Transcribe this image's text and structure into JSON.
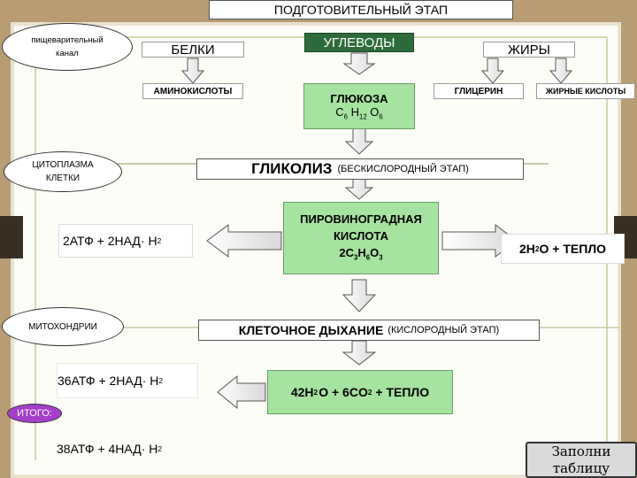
{
  "title": "ПОДГОТОВИТЕЛЬНЫЙ ЭТАП",
  "locations": {
    "digestive": "пищеварительный канал",
    "cytoplasm": "ЦИТОПЛАЗМА КЛЕТКИ",
    "mitochondria": "МИТОХОНДРИИ",
    "total": "ИТОГО:"
  },
  "nutrients": {
    "proteins": "БЕЛКИ",
    "carbs": "УГЛЕВОДЫ",
    "fats": "ЖИРЫ"
  },
  "products": {
    "amino_acids": "АМИНОКИСЛОТЫ",
    "glucose": "ГЛЮКОЗА",
    "glucose_formula": {
      "c": "C",
      "c_n": "6",
      "h": "H",
      "h_n": "12",
      "o": "O",
      "o_n": "6"
    },
    "glycerol": "ГЛИЦЕРИН",
    "fatty_acids": "ЖИРНЫЕ КИСЛОТЫ"
  },
  "glycolysis": {
    "label": "ГЛИКОЛИЗ",
    "note": "(БЕСКИСЛОРОДНЫЙ ЭТАП)"
  },
  "pyruvate": {
    "line1": "ПИРОВИНОГРАДНАЯ",
    "line2": "КИСЛОТА",
    "formula": {
      "pre": "2C",
      "c_n": "3",
      "h": "H",
      "h_n": "6",
      "o": "O",
      "o_n": "3"
    }
  },
  "glycolysis_yield": {
    "atp": "2АТФ",
    "plus": "+",
    "nad": "2НАД",
    "dot": "·",
    "h": "H",
    "h_n": "2"
  },
  "glycolysis_byproduct": {
    "water": "2H",
    "water_n": "2",
    "rest": "O + ТЕПЛО"
  },
  "respiration": {
    "label": "КЛЕТОЧНОЕ ДЫХАНИЕ",
    "note": "(КИСЛОРОДНЫЙ ЭТАП)"
  },
  "respiration_output": {
    "a": "42H",
    "a_n": "2",
    "b": "O + 6CO",
    "b_n": "2",
    "c": "+ ТЕПЛО"
  },
  "respiration_yield": {
    "atp": "36АТФ",
    "plus": "+",
    "nad": "2НАД",
    "dot": "·",
    "h": "H",
    "h_n": "2"
  },
  "total_yield": {
    "atp": "38АТФ",
    "plus": "+",
    "nad": "4НАД",
    "dot": "·",
    "h": "H",
    "h_n": "2"
  },
  "fill_button": "Заполни таблицу"
}
